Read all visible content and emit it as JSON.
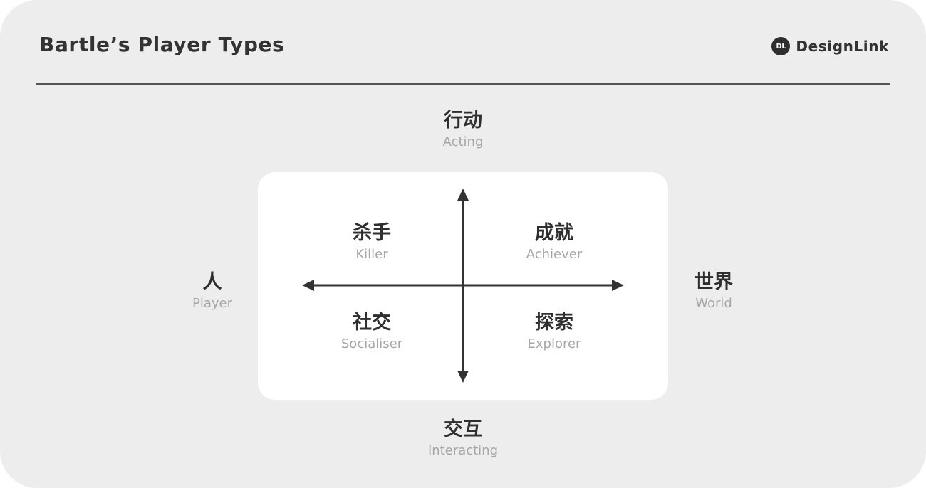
{
  "header": {
    "title": "Bartle’s Player Types",
    "brand": {
      "logo_icon": "designlink-logo-icon",
      "logo_text": "DL",
      "name": "DesignLink"
    }
  },
  "axes": {
    "top": {
      "zh": "行动",
      "en": "Acting"
    },
    "bottom": {
      "zh": "交互",
      "en": "Interacting"
    },
    "left": {
      "zh": "人",
      "en": "Player"
    },
    "right": {
      "zh": "世界",
      "en": "World"
    }
  },
  "quadrants": {
    "top_left": {
      "zh": "杀手",
      "en": "Killer"
    },
    "top_right": {
      "zh": "成就",
      "en": "Achiever"
    },
    "bottom_left": {
      "zh": "社交",
      "en": "Socialiser"
    },
    "bottom_right": {
      "zh": "探索",
      "en": "Explorer"
    }
  },
  "colors": {
    "page_background": "#ededed",
    "card_background": "#ffffff",
    "primary_text": "#2f2f2f",
    "secondary_text": "#a6a6a6",
    "axis_line": "#333333"
  }
}
